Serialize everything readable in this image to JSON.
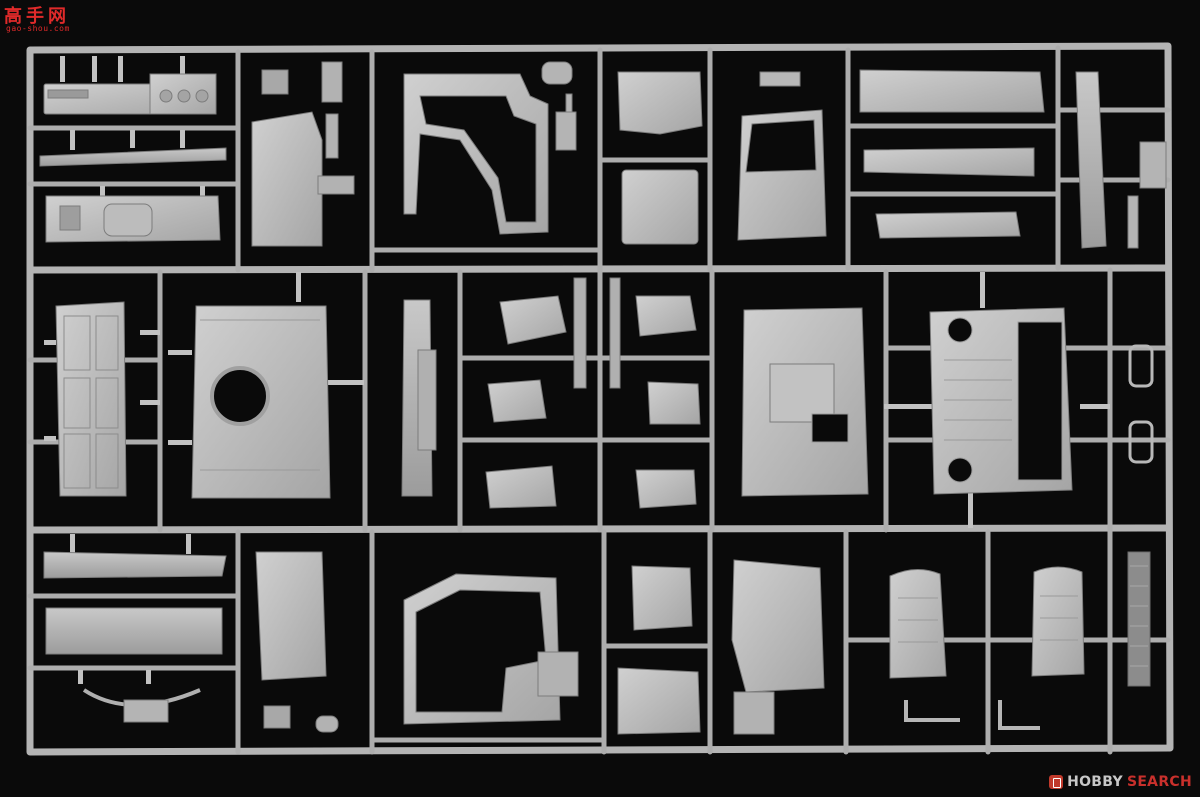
{
  "photo": {
    "subject": "plastic model kit sprue frame with grey truck cab parts",
    "colors": {
      "background": "#0a0a0a",
      "plastic": "#b8b8b8",
      "plastic_shadow": "#8e8e8e",
      "plastic_light": "#d2d2d2",
      "watermark_red": "#e02a2a"
    }
  },
  "watermark_top_left": {
    "characters": [
      "高",
      "手",
      "网"
    ],
    "subtext": "gao-shou.com"
  },
  "watermark_bottom_right": {
    "prefix": "HOBBY",
    "suffix": "SEARCH"
  }
}
